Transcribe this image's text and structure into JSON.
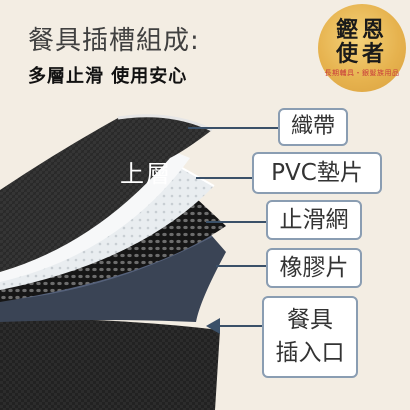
{
  "heading": {
    "title": "餐具插槽組成:",
    "subtitle": "多層止滑 使用安心"
  },
  "logo": {
    "name_line1": "鏗恩",
    "name_line2": "使者",
    "tagline": "長期輔具・銀髮族用品"
  },
  "diagram": {
    "layer_tag": "上層",
    "callouts": [
      {
        "label": "織帶"
      },
      {
        "label": "PVC墊片"
      },
      {
        "label": "止滑網"
      },
      {
        "label": "橡膠片"
      },
      {
        "label_line1": "餐具",
        "label_line2": "插入口"
      }
    ]
  },
  "colors": {
    "background": "#f3ede3",
    "strap": "#2c2c2c",
    "pvc": "#e8ecef",
    "mesh": "#1a1a1a",
    "rubber": "#3a4455",
    "callout_border": "#8a9db2",
    "leader_line": "#3a5068",
    "seal_gold": "#e6b24e",
    "seal_text_red": "#c83a3a"
  }
}
